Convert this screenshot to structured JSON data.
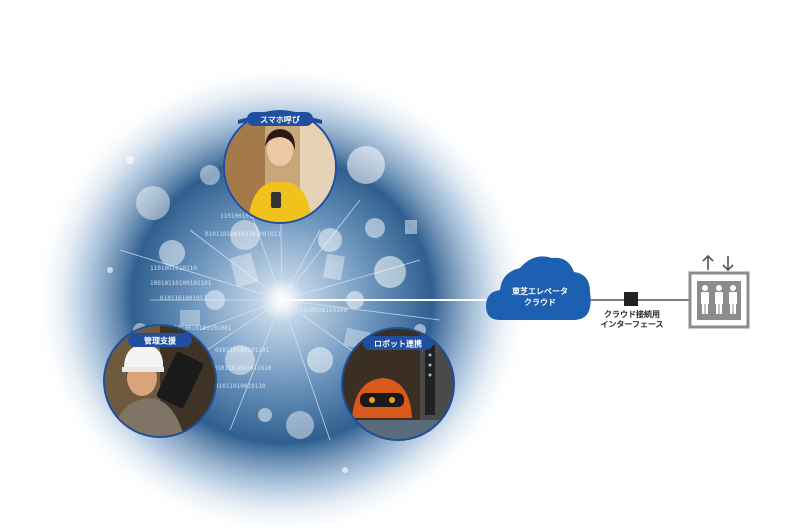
{
  "nodes": {
    "smartphone": {
      "label": "スマホ呼び"
    },
    "management": {
      "label": "管理支援"
    },
    "robot": {
      "label": "ロボット連携"
    }
  },
  "cloud": {
    "line1": "東芝エレベータ",
    "line2": "クラウド"
  },
  "interface": {
    "line1": "クラウド接続用",
    "line2": "インターフェース"
  },
  "colors": {
    "badge": "#1f4f9e",
    "cloud": "#1d5fb0",
    "glow": "#a9c6e3",
    "elevator": "#8c8c8c"
  },
  "icons": [
    "elevator-icon",
    "up-arrow-icon",
    "down-arrow-icon",
    "cloud-icon",
    "interface-box-icon"
  ]
}
